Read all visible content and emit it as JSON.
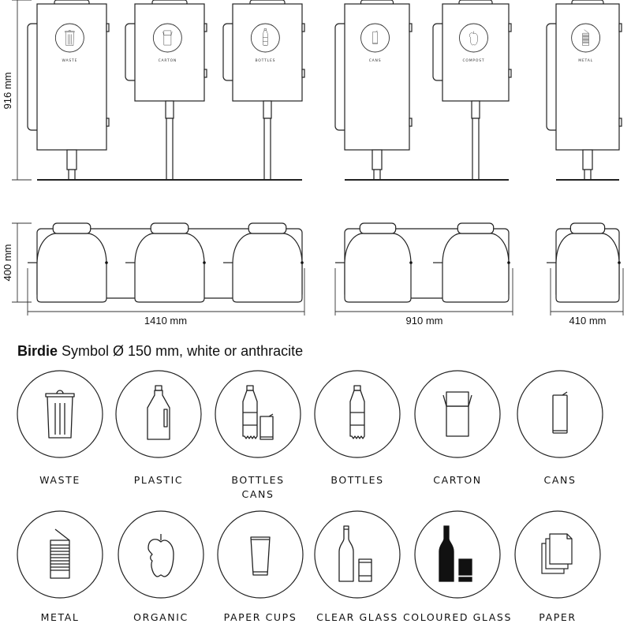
{
  "elevation": {
    "height_label": "916 mm",
    "bins": [
      {
        "label": "WASTE",
        "icon": "waste"
      },
      {
        "label": "CARTON",
        "icon": "carton"
      },
      {
        "label": "BOTTLES",
        "icon": "bottles"
      },
      {
        "label": "CANS",
        "icon": "cans"
      },
      {
        "label": "COMPOST",
        "icon": "organic"
      },
      {
        "label": "METAL",
        "icon": "metal"
      }
    ]
  },
  "plan": {
    "depth_label": "400 mm",
    "widths": [
      "1410 mm",
      "910 mm",
      "410 mm"
    ]
  },
  "symbols": {
    "heading_bold": "Birdie",
    "heading_rest": " Symbol Ø 150 mm, white or anthracite",
    "items": [
      {
        "label": "WASTE",
        "icon": "waste"
      },
      {
        "label": "PLASTIC",
        "icon": "plastic"
      },
      {
        "label": "BOTTLES",
        "label2": "CANS",
        "icon": "bottles-cans"
      },
      {
        "label": "BOTTLES",
        "icon": "bottles"
      },
      {
        "label": "CARTON",
        "icon": "carton"
      },
      {
        "label": "CANS",
        "icon": "cans"
      },
      {
        "label": "METAL",
        "icon": "metal"
      },
      {
        "label": "ORGANIC",
        "icon": "organic"
      },
      {
        "label": "PAPER CUPS",
        "icon": "paper-cups"
      },
      {
        "label": "CLEAR GLASS",
        "icon": "clear-glass"
      },
      {
        "label": "COLOURED GLASS",
        "icon": "coloured-glass"
      },
      {
        "label": "PAPER",
        "icon": "paper"
      }
    ]
  }
}
